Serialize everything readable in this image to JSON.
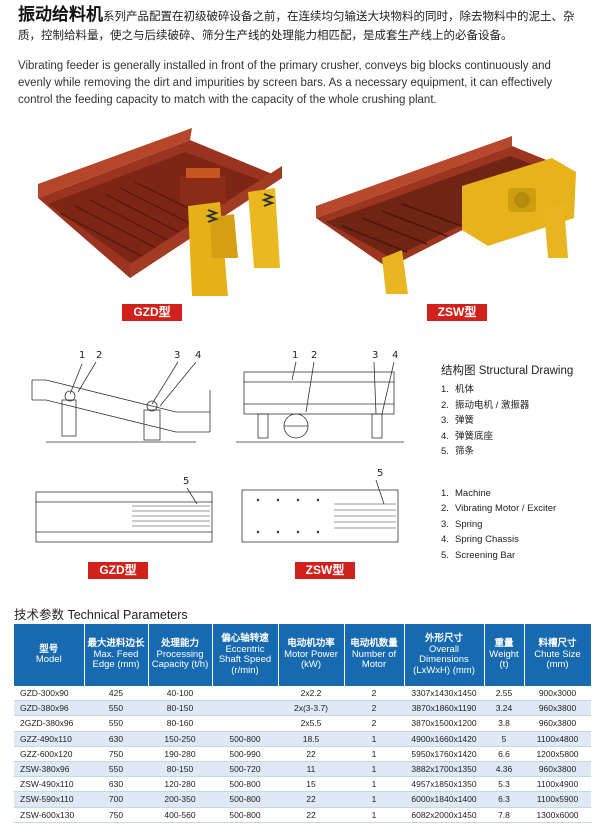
{
  "intro": {
    "title_cn": "振动给料机",
    "text_cn": "系列产品配置在初级破碎设备之前，在连续均匀输送大块物料的同时，除去物料中的泥土、杂质，控制给料量，使之与后续破碎、筛分生产线的处理能力相匹配，是成套生产线上的必备设备。",
    "text_en": "Vibrating feeder is generally installed in front of the primary crusher, conveys big blocks continuously and evenly while removing the dirt and impurities by screen bars. As a necessary equipment, it can effectively control the feeding capacity to match with the capacity of the whole crushing plant."
  },
  "photos": {
    "gzd_label": "GZD型",
    "zsw_label": "ZSW型"
  },
  "drawings": {
    "gzd_label": "GZD型",
    "zsw_label": "ZSW型",
    "callouts_gzd": [
      "1",
      "2",
      "3",
      "4"
    ],
    "callouts_zsw": [
      "1",
      "2",
      "3",
      "4"
    ],
    "callout_5": "5"
  },
  "structure": {
    "title": "结构图 Structural Drawing",
    "cn_items": [
      "机体",
      "振动电机 / 激振器",
      "弹簧",
      "弹簧底座",
      "筛条"
    ],
    "en_items": [
      "Machine",
      "Vibrating Motor / Exciter",
      "Spring",
      "Spring Chassis",
      "Screening Bar"
    ],
    "numbers": [
      "1.",
      "2.",
      "3.",
      "4.",
      "5."
    ]
  },
  "params": {
    "title": "技术参数 Technical Parameters",
    "headers": [
      {
        "cn": "型号",
        "en": "Model"
      },
      {
        "cn": "最大进料边长",
        "en": "Max. Feed Edge (mm)"
      },
      {
        "cn": "处理能力",
        "en": "Processing Capacity (t/h)"
      },
      {
        "cn": "偏心轴转速",
        "en": "Eccentric Shaft Speed (r/min)"
      },
      {
        "cn": "电动机功率",
        "en": "Motor Power (kW)"
      },
      {
        "cn": "电动机数量",
        "en": "Number of Motor"
      },
      {
        "cn": "外形尺寸",
        "en": "Overall Dimensions (LxWxH) (mm)"
      },
      {
        "cn": "重量",
        "en": "Weight (t)"
      },
      {
        "cn": "料槽尺寸",
        "en": "Chute Size (mm)"
      }
    ],
    "rows": [
      [
        "GZD-300x90",
        "425",
        "40-100",
        "",
        "2x2.2",
        "2",
        "3307x1430x1450",
        "2.55",
        "900x3000"
      ],
      [
        "GZD-380x96",
        "550",
        "80-150",
        "",
        "2x(3-3.7)",
        "2",
        "3870x1860x1190",
        "3.24",
        "960x3800"
      ],
      [
        "2GZD-380x96",
        "550",
        "80-160",
        "",
        "2x5.5",
        "2",
        "3870x1500x1200",
        "3.8",
        "960x3800"
      ],
      [
        "GZZ-490x110",
        "630",
        "150-250",
        "500-800",
        "18.5",
        "1",
        "4900x1660x1420",
        "5",
        "1100x4800"
      ],
      [
        "GZZ-600x120",
        "750",
        "190-280",
        "500-990",
        "22",
        "1",
        "5950x1760x1420",
        "6.6",
        "1200x5800"
      ],
      [
        "ZSW-380x96",
        "550",
        "80-150",
        "500-720",
        "11",
        "1",
        "3882x1700x1350",
        "4.36",
        "960x3800"
      ],
      [
        "ZSW-490x110",
        "630",
        "120-280",
        "500-800",
        "15",
        "1",
        "4957x1850x1350",
        "5.3",
        "1100x4900"
      ],
      [
        "ZSW-590x110",
        "700",
        "200-350",
        "500-800",
        "22",
        "1",
        "6000x1840x1400",
        "6.3",
        "1100x5900"
      ],
      [
        "ZSW-600x130",
        "750",
        "400-560",
        "500-800",
        "22",
        "1",
        "6082x2000x1450",
        "7.8",
        "1300x6000"
      ]
    ]
  },
  "colors": {
    "label_red": "#d0211a",
    "table_header": "#1769b0",
    "row_alt": "#dfe9f5",
    "machine_yellow": "#e9b11a",
    "machine_red": "#8e2a1a"
  }
}
